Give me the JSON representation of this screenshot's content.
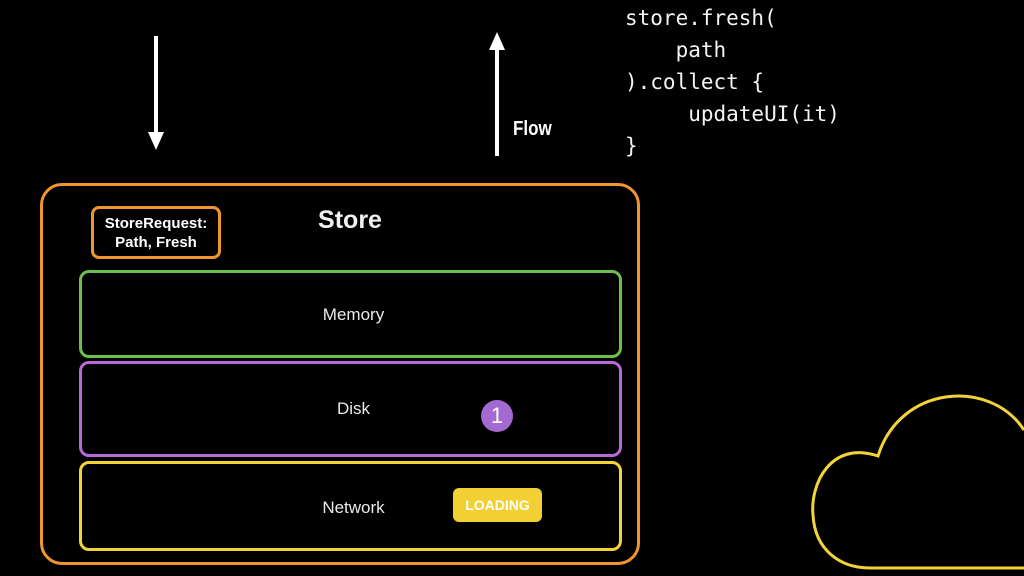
{
  "code": {
    "line1": "store.fresh(",
    "line2": "    path",
    "line3": ").collect {",
    "line4": "     updateUI(it)",
    "line5": "}"
  },
  "flow_label": "Flow",
  "store": {
    "title": "Store",
    "request_line1": "StoreRequest:",
    "request_line2": "Path, Fresh",
    "layers": {
      "memory": "Memory",
      "disk": "Disk",
      "network": "Network"
    },
    "disk_badge": "1",
    "network_status": "LOADING"
  },
  "colors": {
    "store_border": "#f0962e",
    "memory": "#6cc04a",
    "disk": "#b56ad6",
    "network": "#f2d33a",
    "cloud": "#f2d33a"
  },
  "icons": [
    "down-arrow-icon",
    "up-arrow-icon",
    "cloud-icon"
  ]
}
